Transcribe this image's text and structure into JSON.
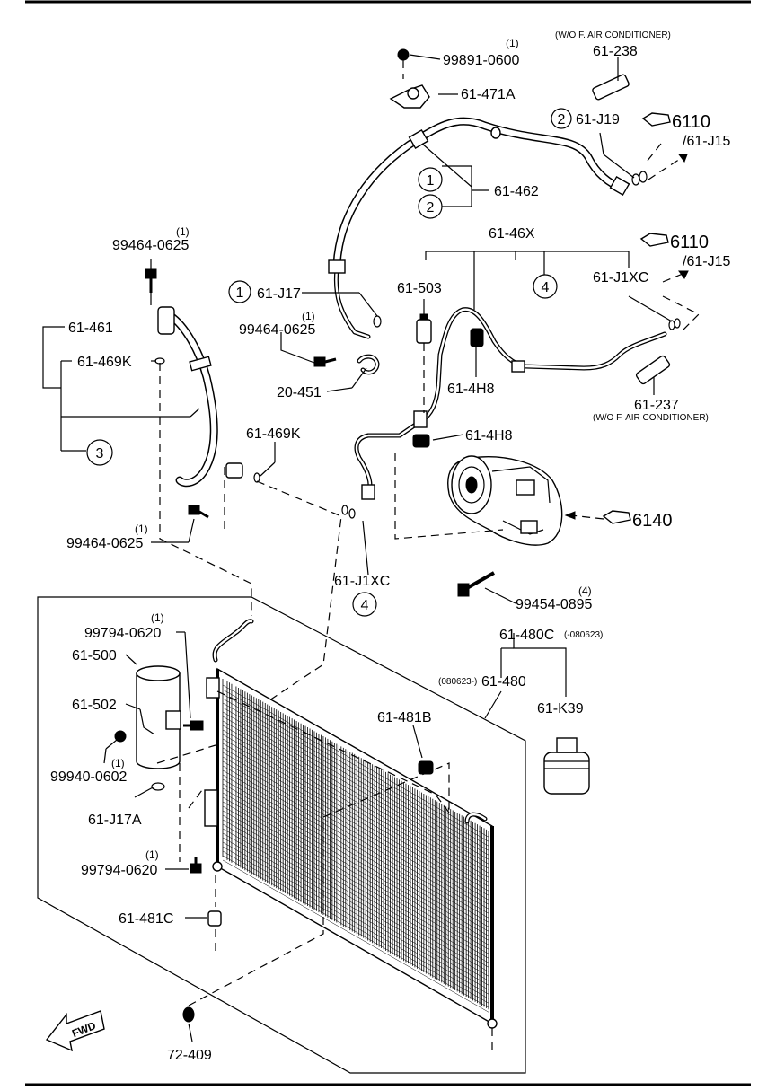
{
  "labels": {
    "p99891": "99891-0600",
    "p99891_qty": "(1)",
    "p61471A": "61-471A",
    "note_top": "(W/O F. AIR CONDITIONER)",
    "p61238": "61-238",
    "p61J19": "61-J19",
    "ref6110a": "6110",
    "ref61J15a": "/61-J15",
    "p61462": "61-462",
    "p99464a": "99464-0625",
    "p99464a_qty": "(1)",
    "p61461": "61-461",
    "p61469Ka": "61-469K",
    "p61J17": "61-J17",
    "p99464b": "99464-0625",
    "p99464b_qty": "(1)",
    "p20451": "20-451",
    "p6146X": "61-46X",
    "ref6110b": "6110",
    "ref61J15b": "/61-J15",
    "p61503": "61-503",
    "p61J1XCa": "61-J1XC",
    "p614H8a": "61-4H8",
    "p614H8b": "61-4H8",
    "p61237": "61-237",
    "note_237": "(W/O F. AIR CONDITIONER)",
    "p61469Kb": "61-469K",
    "ref6140": "6140",
    "p99464c": "99464-0625",
    "p99464c_qty": "(1)",
    "p61J1XCb": "61-J1XC",
    "p99454": "99454-0895",
    "p99454_qty": "(4)",
    "p99794a": "99794-0620",
    "p99794a_qty": "(1)",
    "p61500": "61-500",
    "p61502": "61-502",
    "p99940": "99940-0602",
    "p99940_qty": "(1)",
    "p61J17A": "61-J17A",
    "p99794b": "99794-0620",
    "p99794b_qty": "(1)",
    "p61481C": "61-481C",
    "p72409": "72-409",
    "p61480C": "61-480C",
    "p61480C_note": "(-080623)",
    "p61480": "61-480",
    "p61480_note": "(080623-)",
    "p61481B": "61-481B",
    "p61K39": "61-K39",
    "fwd": "FWD"
  },
  "callouts": {
    "c1": "1",
    "c2": "2",
    "c3": "3",
    "c4": "4"
  },
  "icons": {
    "ref_pointer": "hand-pointer-icon",
    "fwd_arrow": "fwd-arrow-icon"
  }
}
